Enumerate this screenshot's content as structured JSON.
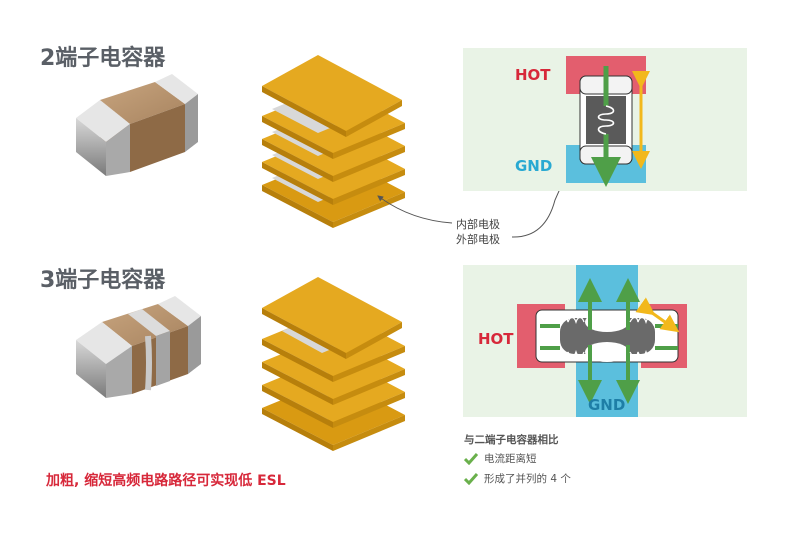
{
  "two_terminal": {
    "title": "2端子电容器",
    "hot_label": "HOT",
    "gnd_label": "GND"
  },
  "three_terminal": {
    "title": "3端子电容器",
    "hot_label": "HOT",
    "gnd_label": "GND"
  },
  "callouts": {
    "inner_electrode": "内部电极",
    "outer_electrode": "外部电极"
  },
  "bottom_note": "加粗, 缩短高频电路路径可实现低 ESL",
  "comparison": {
    "title": "与二端子电容器相比",
    "items": [
      "电流距离短",
      "形成了并列的 4 个"
    ]
  },
  "colors": {
    "title_gray": "#5a5f66",
    "hot_red": "#d7283a",
    "gnd_blue": "#29a9d2",
    "panel_green": "#e9f3e6",
    "gold": "#e5a920",
    "arrow_green": "#4f9f48",
    "arrow_yellow": "#f2b81c"
  },
  "icons": [
    "check-icon",
    "hot-pad",
    "gnd-pad",
    "inductor-coil-icon",
    "arrow-icon"
  ]
}
